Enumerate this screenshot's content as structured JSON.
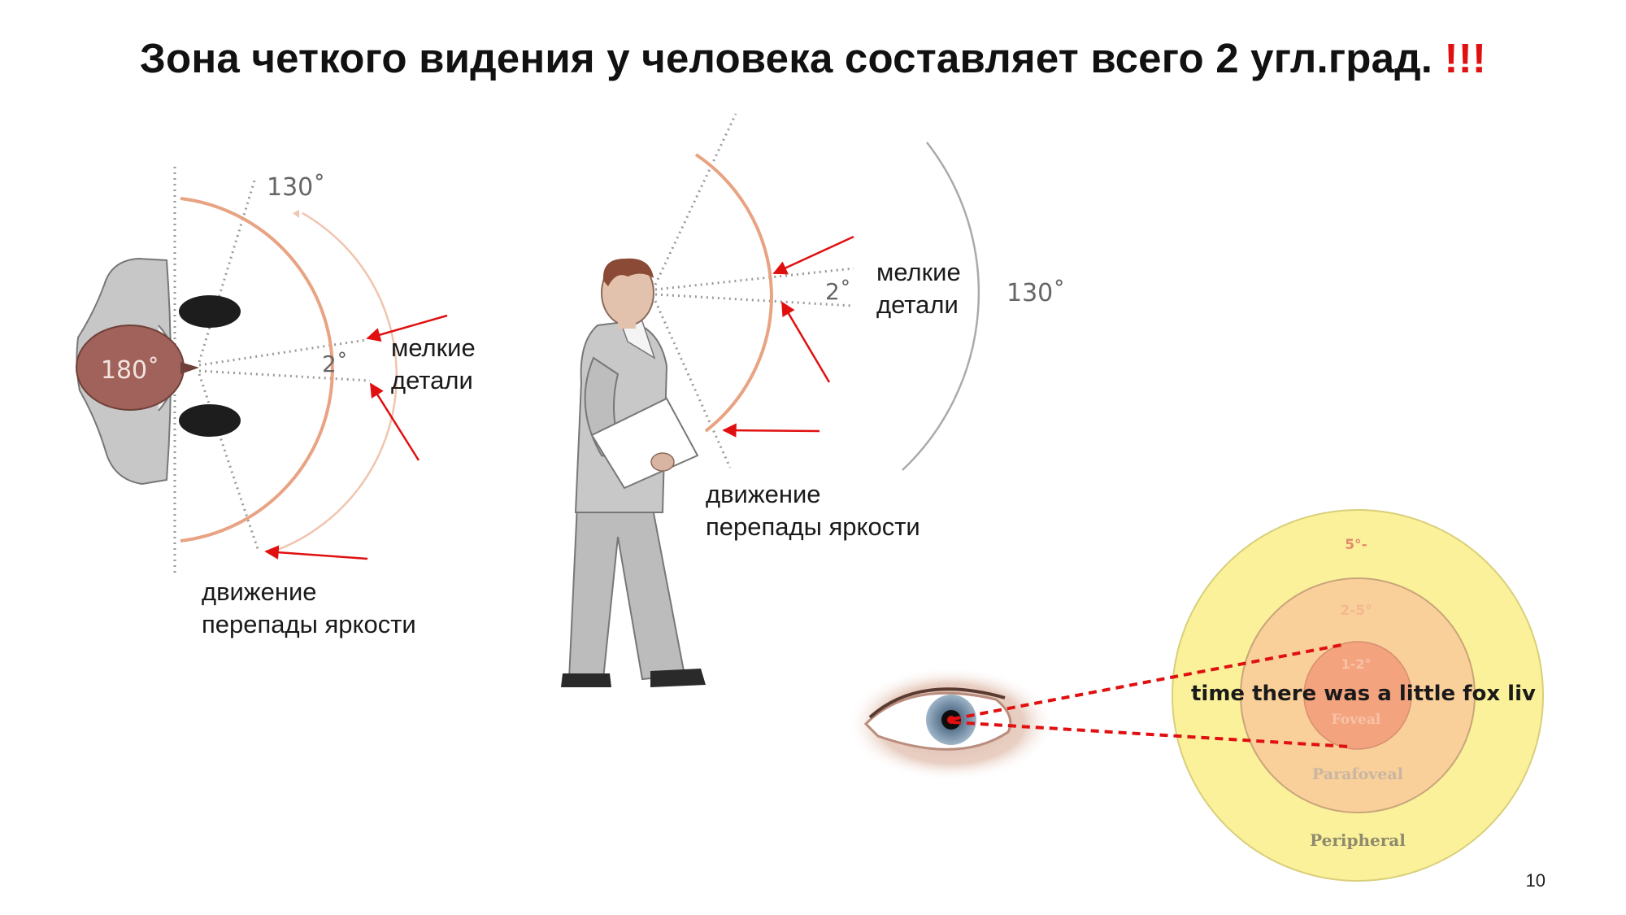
{
  "title": {
    "main": "Зона четкого видения у человека составляет всего 2 угл.град.",
    "exclamation": "!!!"
  },
  "top_view": {
    "angle_180": "180˚",
    "angle_130": "130˚",
    "angle_2": "2˚",
    "label_fine_details_line1": "мелкие",
    "label_fine_details_line2": "детали",
    "label_motion_line1": "движение",
    "label_motion_line2": "перепады яркости"
  },
  "side_view": {
    "angle_130": "130˚",
    "angle_2": "2˚",
    "label_fine_details_line1": "мелкие",
    "label_fine_details_line2": "детали",
    "label_motion_line1": "движение",
    "label_motion_line2": "перепады яркости"
  },
  "eye_diagram": {
    "zone_outer": "5°-",
    "zone_middle": "2-5°",
    "zone_inner": "1-2°",
    "reading_text": "time there was a little fox liv",
    "label_foveal": "Foveal",
    "label_parafoveal": "Parafoveal",
    "label_peripheral": "Peripheral"
  },
  "page_number": "10",
  "colors": {
    "arrow_red": "#e01010",
    "arc_orange": "#e8a383",
    "arc_grey": "#aaaaaa",
    "peripheral_yellow": "#fbf19a",
    "parafoveal_orange": "#f9cf9a",
    "foveal_orange": "#f3a47f"
  }
}
